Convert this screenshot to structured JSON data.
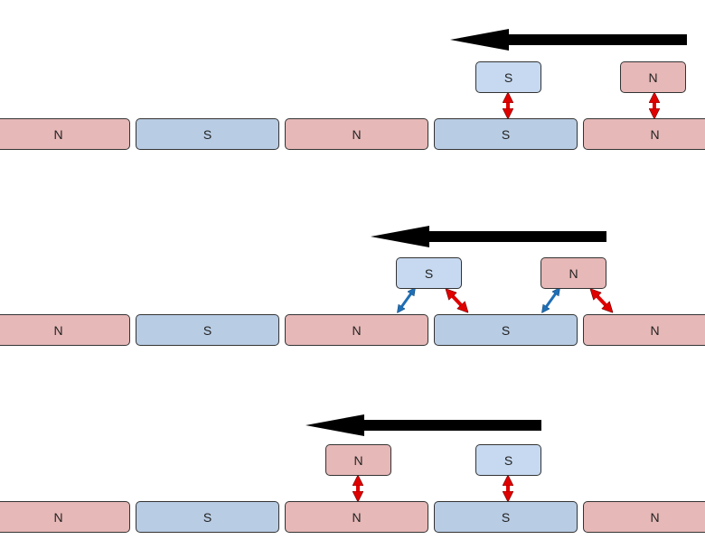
{
  "panels": [
    {
      "stator": [
        "N",
        "S",
        "N",
        "S",
        "N"
      ],
      "movers": [
        "S",
        "N"
      ]
    },
    {
      "stator": [
        "N",
        "S",
        "N",
        "S",
        "N"
      ],
      "movers": [
        "S",
        "N"
      ]
    },
    {
      "stator": [
        "N",
        "S",
        "N",
        "S",
        "N"
      ],
      "movers": [
        "N",
        "S"
      ]
    }
  ],
  "colors": {
    "north": "#e6b8b7",
    "south": "#b8cce4",
    "mover_south": "#c6d9f0",
    "repel": "#e00000",
    "attract": "#1f6fb5",
    "motion": "#000000"
  }
}
